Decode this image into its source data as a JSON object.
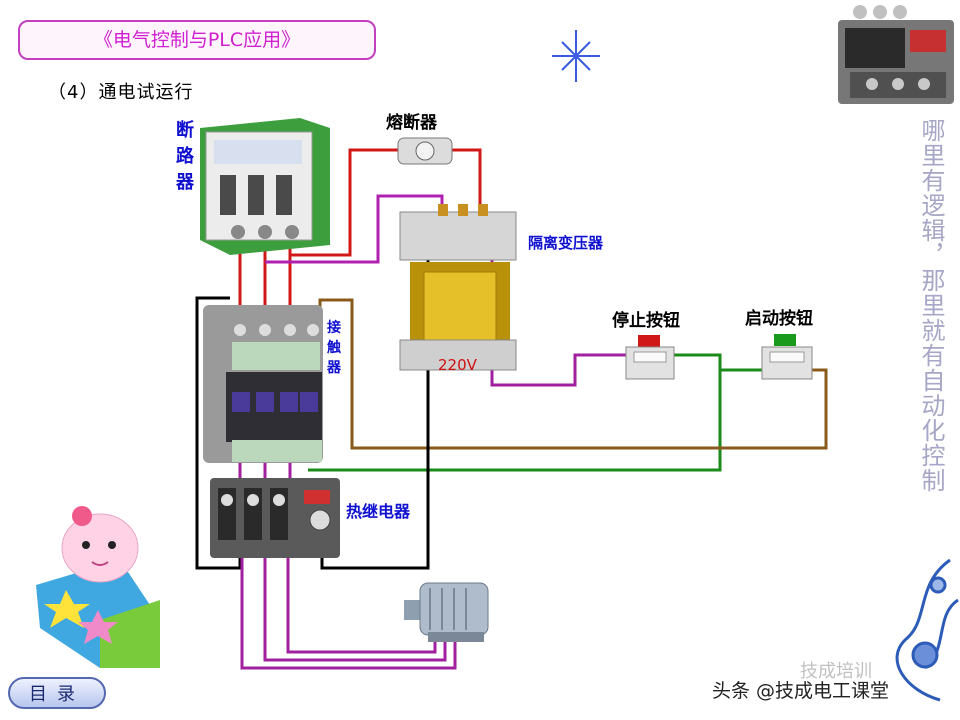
{
  "header": {
    "course_title": "《电气控制与PLC应用》",
    "section": "（4）通电试运行"
  },
  "labels": {
    "breaker": "断路器",
    "fuse": "熔断器",
    "transformer": "隔离变压器",
    "contactor": "接触器",
    "stop_button": "停止按钮",
    "start_button": "启动按钮",
    "thermal_relay": "热继电器",
    "voltage": "220V"
  },
  "sidebar": {
    "slogan": "哪里有逻辑，那里就有自动化控制"
  },
  "footer": {
    "toc_button": "目录",
    "watermark": "头条 @技成电工课堂",
    "watermark_faded": "技成培训"
  },
  "colors": {
    "phase_red": "#d01818",
    "phase_purple": "#a020a0",
    "neutral_black": "#000000",
    "control_purple": "#b020b0",
    "control_green": "#1a8a1a",
    "control_brown": "#8a5a1a",
    "title_pink": "#d020d0"
  },
  "icons": [
    "breaker-icon",
    "fuse-icon",
    "transformer-icon",
    "contactor-icon",
    "thermal-relay-icon",
    "motor-icon",
    "stop-button-icon",
    "start-button-icon",
    "thermal-relay-photo-icon",
    "mascot-icon",
    "sparkle-icon",
    "ornament-icon"
  ]
}
